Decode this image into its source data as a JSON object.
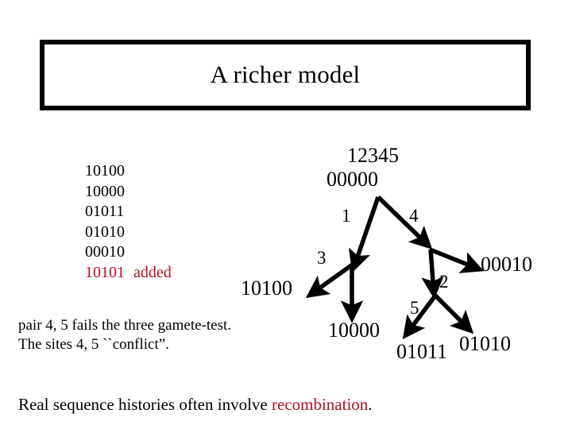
{
  "slide": {
    "title": "A richer model",
    "background_color": "#ffffff",
    "text_color": "#000000",
    "accent_color": "#b01122"
  },
  "sequences": {
    "rows": [
      {
        "value": "10100",
        "note": "",
        "color": "#000000"
      },
      {
        "value": "10000",
        "note": "",
        "color": "#000000"
      },
      {
        "value": "01011",
        "note": "",
        "color": "#000000"
      },
      {
        "value": "01010",
        "note": "",
        "color": "#000000"
      },
      {
        "value": "00010",
        "note": "",
        "color": "#000000"
      },
      {
        "value": "10101",
        "note": "added",
        "color": "#b01122"
      }
    ]
  },
  "explanation": {
    "text": "pair 4, 5 fails the three gamete-test. The sites 4, 5 ``conflict”."
  },
  "footer": {
    "prefix": "Real sequence histories often involve ",
    "highlight": "recombination",
    "suffix": ".",
    "highlight_color": "#b01122"
  },
  "network": {
    "site_header": "12345",
    "root_sequence": "00000",
    "node_labels": {
      "left_leaf": "10100",
      "left_down_leaf": "10000",
      "right_leaf": "00010",
      "bottom_left_leaf": "01011",
      "bottom_right_leaf": "01010"
    },
    "edge_labels": {
      "root_left": "1",
      "root_right": "4",
      "left_branch": "3",
      "right_vertical": "2",
      "bottom_left": "5"
    }
  }
}
